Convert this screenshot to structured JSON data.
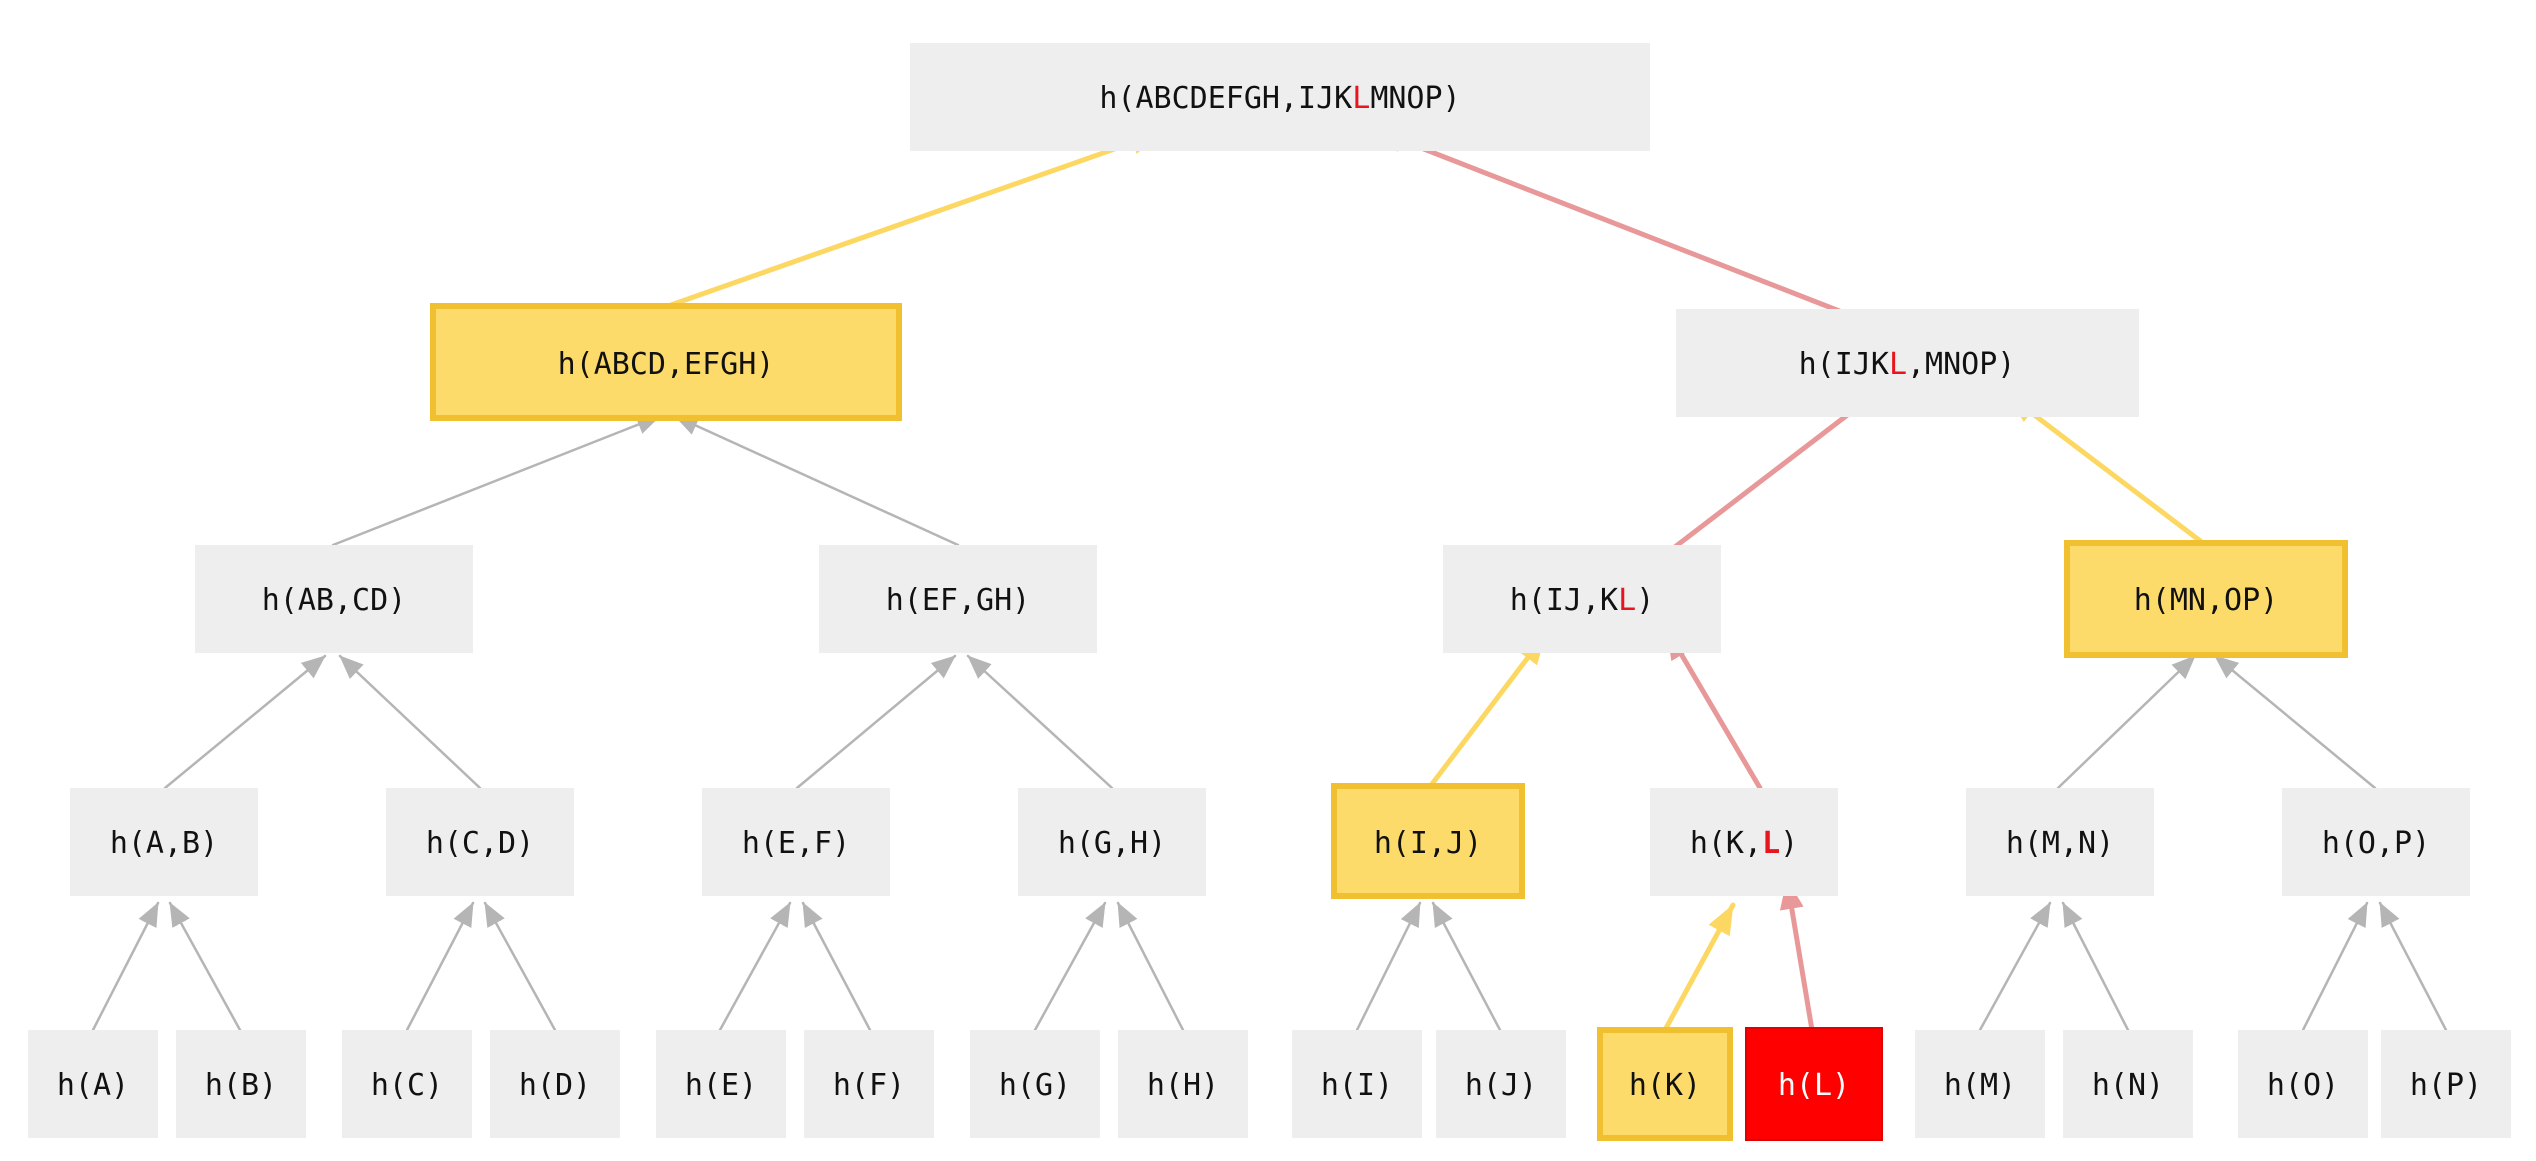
{
  "colors": {
    "node_fill": "#eeeeee",
    "highlight_fill": "#fddb6a",
    "highlight_border": "#f0c030",
    "target_fill": "#fe0000",
    "edge_gray": "#b5b5b5",
    "edge_yellow": "#fcd863",
    "edge_red": "#e89898",
    "highlight_char": "#e8141e"
  },
  "nodes": {
    "root": {
      "parts": [
        "h(ABCDEFGH,IJK",
        "L",
        "MNOP)"
      ]
    },
    "abcd_efgh": {
      "parts": [
        "h(ABCD,EFGH)"
      ]
    },
    "ijkl_mnop": {
      "parts": [
        "h(IJK",
        "L",
        ",MNOP)"
      ]
    },
    "ab_cd": {
      "parts": [
        "h(AB,CD)"
      ]
    },
    "ef_gh": {
      "parts": [
        "h(EF,GH)"
      ]
    },
    "ij_kl": {
      "parts": [
        "h(IJ,K",
        "L",
        ")"
      ]
    },
    "mn_op": {
      "parts": [
        "h(MN,OP)"
      ]
    },
    "a_b": {
      "parts": [
        "h(A,B)"
      ]
    },
    "c_d": {
      "parts": [
        "h(C,D)"
      ]
    },
    "e_f": {
      "parts": [
        "h(E,F)"
      ]
    },
    "g_h": {
      "parts": [
        "h(G,H)"
      ]
    },
    "i_j": {
      "parts": [
        "h(I,J)"
      ]
    },
    "k_l": {
      "parts": [
        "h(K,",
        "L",
        ")"
      ]
    },
    "m_n": {
      "parts": [
        "h(M,N)"
      ]
    },
    "o_p": {
      "parts": [
        "h(O,P)"
      ]
    },
    "a": {
      "parts": [
        "h(A)"
      ]
    },
    "b": {
      "parts": [
        "h(B)"
      ]
    },
    "c": {
      "parts": [
        "h(C)"
      ]
    },
    "d": {
      "parts": [
        "h(D)"
      ]
    },
    "e": {
      "parts": [
        "h(E)"
      ]
    },
    "f": {
      "parts": [
        "h(F)"
      ]
    },
    "g": {
      "parts": [
        "h(G)"
      ]
    },
    "h": {
      "parts": [
        "h(H)"
      ]
    },
    "i": {
      "parts": [
        "h(I)"
      ]
    },
    "j": {
      "parts": [
        "h(J)"
      ]
    },
    "k": {
      "parts": [
        "h(K)"
      ]
    },
    "l": {
      "parts": [
        "h(L)"
      ]
    },
    "m": {
      "parts": [
        "h(M)"
      ]
    },
    "n": {
      "parts": [
        "h(N)"
      ]
    },
    "o": {
      "parts": [
        "h(O)"
      ]
    },
    "p": {
      "parts": [
        "h(P)"
      ]
    }
  }
}
